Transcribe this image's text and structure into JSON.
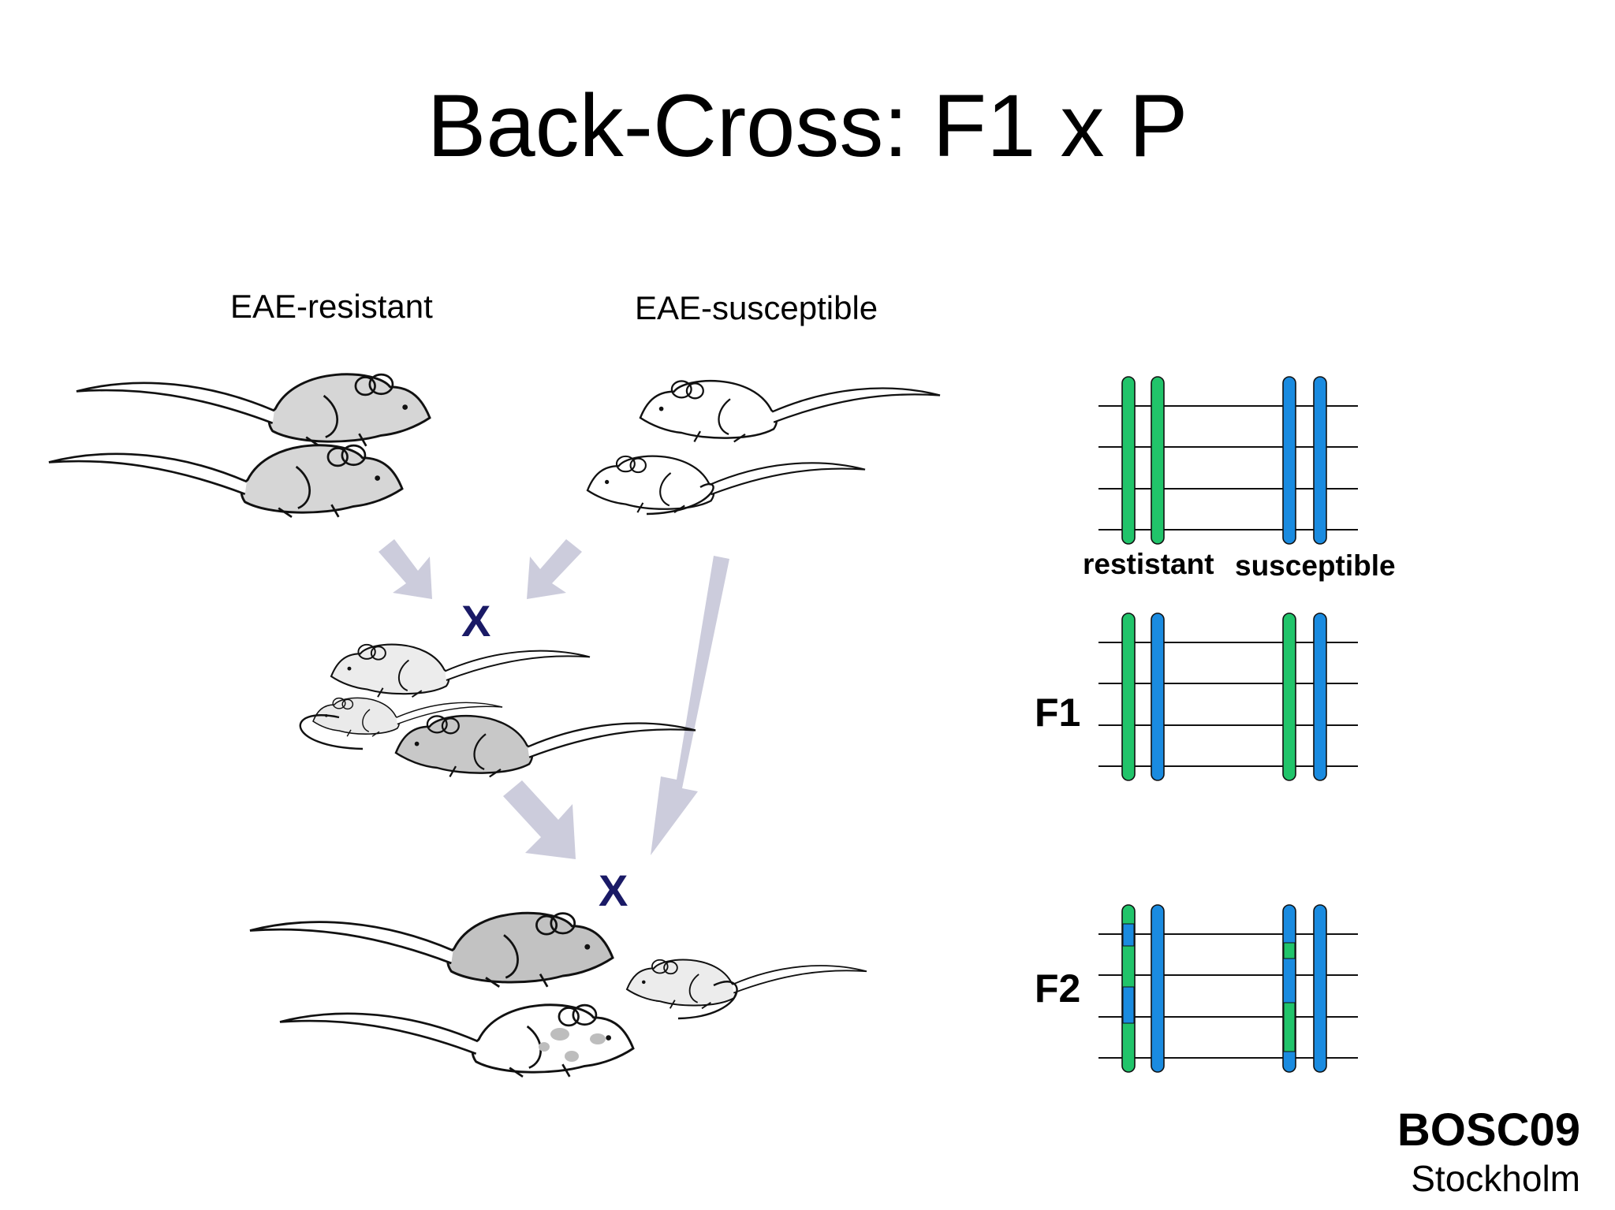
{
  "title": "Back-Cross: F1 x P",
  "parents": {
    "resistant_label": "EAE-resistant",
    "susceptible_label": "EAE-susceptible"
  },
  "cross_symbol": "X",
  "chromosomes": {
    "parent_labels": [
      "restistant",
      "susceptible"
    ],
    "generations": [
      "F1",
      "F2"
    ],
    "colors": {
      "resistant": "#21c46a",
      "susceptible": "#1a8be0"
    }
  },
  "footer": {
    "conference": "BOSC09",
    "city": "Stockholm"
  },
  "icons": [
    "mouse-icon",
    "arrow-icon",
    "chromosome-icon"
  ]
}
